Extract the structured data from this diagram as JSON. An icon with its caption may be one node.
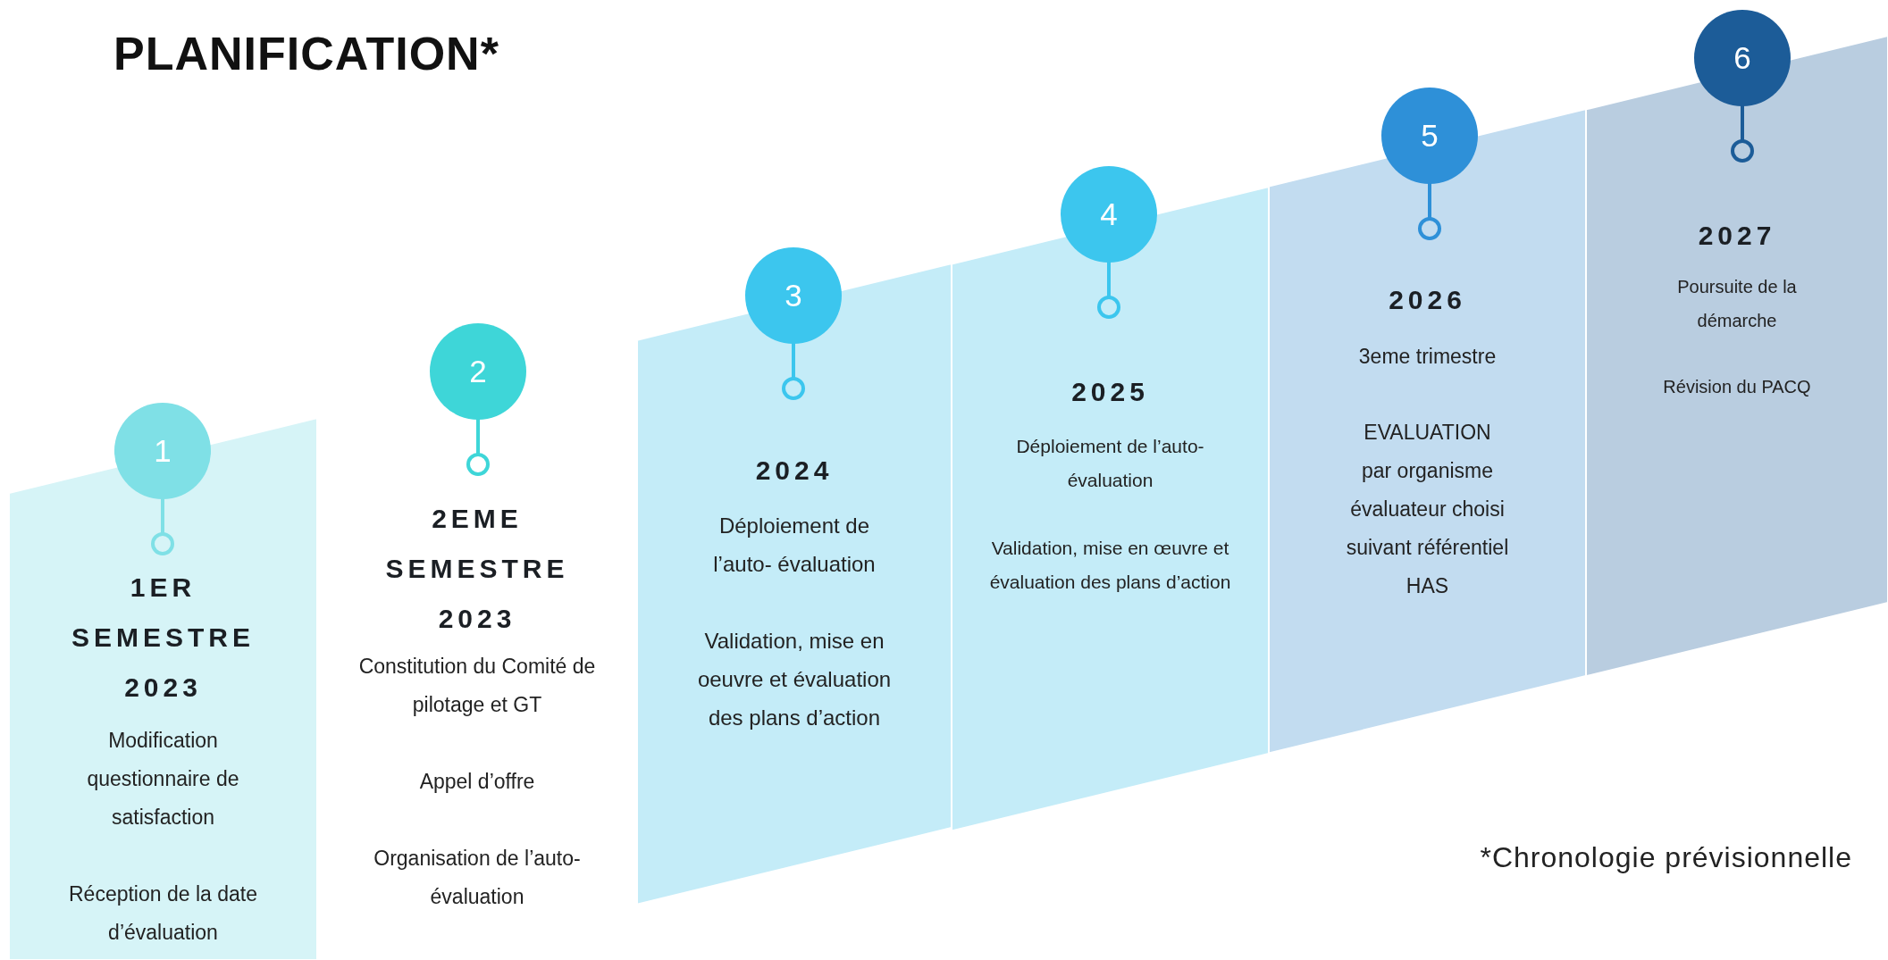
{
  "diagram": {
    "title": "PLANIFICATION*",
    "nodes": [
      {
        "text": [
          "1"
        ]
      },
      {
        "text": [
          "1ER SEMESTRE 2023",
          "Modification questionnaire de satisfaction",
          "Réception de la date d’évaluation"
        ]
      },
      {
        "text": [
          "2"
        ]
      },
      {
        "text": [
          "2EME SEMESTRE 2023",
          "Constitution du Comité de pilotage et GT",
          "Appel d’offre",
          "Organisation de l’auto-évaluation"
        ]
      },
      {
        "text": [
          "3"
        ]
      },
      {
        "text": [
          "2024",
          "Déploiement de l’auto- évaluation",
          "Validation, mise en oeuvre et évaluation des plans d’action"
        ]
      },
      {
        "text": [
          "4"
        ]
      },
      {
        "text": [
          "2025",
          "Déploiement de l’auto-évaluation",
          "Validation, mise en œuvre et évaluation des plans d’action"
        ]
      },
      {
        "text": [
          "5"
        ]
      },
      {
        "text": [
          "2026",
          "3eme trimestre",
          "EVALUATION",
          "par organisme évaluateur choisi suivant référentiel HAS"
        ]
      },
      {
        "text": [
          "6"
        ]
      },
      {
        "text": [
          "2027",
          "Poursuite de la démarche",
          "Révision du PACQ"
        ]
      }
    ],
    "labels": [
      "*Chronologie prévisionnelle"
    ]
  }
}
